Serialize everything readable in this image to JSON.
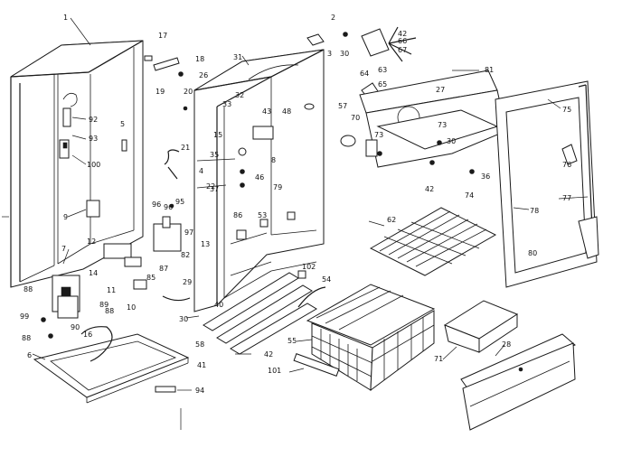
{
  "labels": {
    "n1": "1",
    "n2": "2",
    "n3": "3",
    "n17": "17",
    "n18": "18",
    "n26": "26",
    "n19": "19",
    "n20": "20",
    "n31": "31",
    "n30a": "30",
    "n42a": "42",
    "n66": "66",
    "n67": "67",
    "n63": "63",
    "n64": "64",
    "n65": "65",
    "n81": "81",
    "n27": "27",
    "n32": "32",
    "n33": "33",
    "n43": "43",
    "n48": "48",
    "n15": "15",
    "n92": "92",
    "n5": "5",
    "n93": "93",
    "n100": "100",
    "n57": "57",
    "n70": "70",
    "n73a": "73",
    "n73b": "73",
    "n30b": "30",
    "n75": "75",
    "n21": "21",
    "n35": "35",
    "n8": "8",
    "n4": "4",
    "n36": "36",
    "n22": "22",
    "n37": "37",
    "n46": "46",
    "n79": "79",
    "n42b": "42",
    "n74": "74",
    "n76": "76",
    "n77": "77",
    "n9": "9",
    "n96": "96",
    "n95": "95",
    "n96b": "96",
    "n97": "97",
    "n86": "86",
    "n53": "53",
    "n78": "78",
    "n62": "62",
    "n80": "80",
    "n7": "7",
    "n12": "12",
    "n13": "13",
    "n82": "82",
    "n14": "14",
    "n87": "87",
    "n11": "11",
    "n85": "85",
    "n102": "102",
    "n54": "54",
    "n29": "29",
    "n88": "88",
    "n10": "10",
    "n40": "40",
    "n99": "99",
    "n89": "89",
    "n90": "90",
    "n16": "16",
    "n88b": "88",
    "n88c": "88",
    "n30c": "30",
    "n55": "55",
    "n71": "71",
    "n28": "28",
    "n6": "6",
    "n58": "58",
    "n41": "41",
    "n42c": "42",
    "n101": "101",
    "n94": "94"
  },
  "colors": {
    "line": "#1a1a1a",
    "background": "#ffffff"
  }
}
